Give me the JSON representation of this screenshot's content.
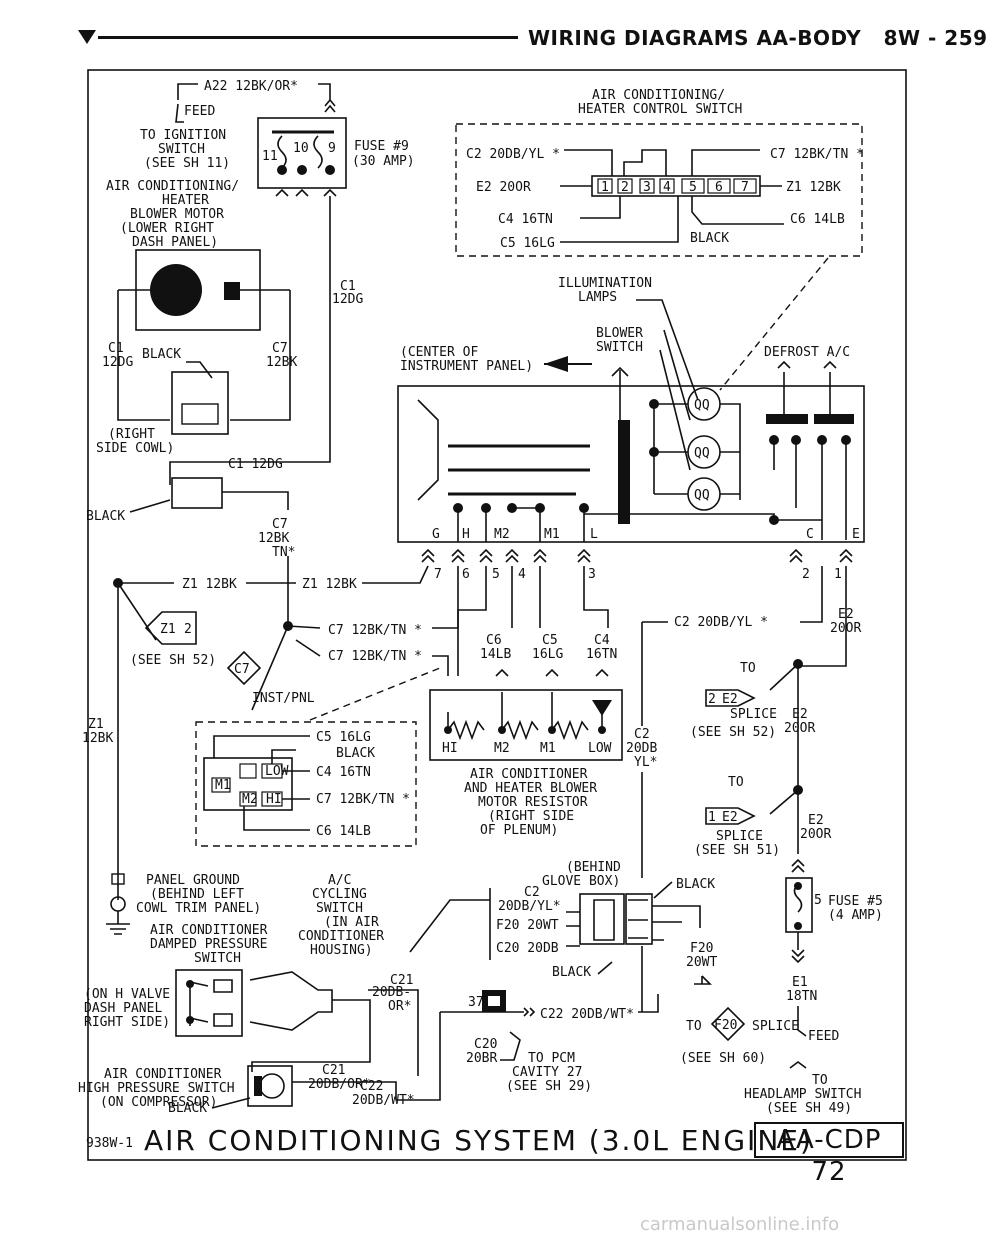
{
  "header": {
    "title": "WIRING DIAGRAMS AA-BODY",
    "page": "8W - 259"
  },
  "footer": {
    "code": "938W-1",
    "name": "AIR CONDITIONING SYSTEM (3.0L ENGINE)",
    "ref": "AA-CDP 72"
  },
  "watermark": "carmanualsonline.info",
  "labels": {
    "a22": "A22 12BK/OR*",
    "feed1": "FEED",
    "toign1": "TO IGNITION",
    "toign2": "SWITCH",
    "toign3": "(SEE SH 11)",
    "fuse9a": "FUSE #9",
    "fuse9b": "(30 AMP)",
    "fuse_p11": "11",
    "fuse_p10": "10",
    "fuse_p9": "9",
    "blower1": "AIR CONDITIONING/",
    "blower2": "HEATER",
    "blower3": "BLOWER MOTOR",
    "blower4": "(LOWER RIGHT",
    "blower5": "DASH PANEL)",
    "c1a": "C1",
    "c1b": "12DG",
    "c1c": "C1",
    "c1d": "12DG",
    "black1": "BLACK",
    "c7a": "C7",
    "c7b": "12BK",
    "rsc1": "(RIGHT",
    "rsc2": "SIDE COWL)",
    "c112dg": "C1 12DG",
    "black2": "BLACK",
    "c7c": "C7",
    "c7d": "12BK",
    "c7e": "TN*",
    "ctl1": "AIR CONDITIONING/",
    "ctl2": "HEATER CONTROL SWITCH",
    "c2w": "C2 20DB/YL *",
    "c7w": "C7 12BK/TN *",
    "e2w": "E2 20OR",
    "z1w": "Z1 12BK",
    "c4w": "C4 16TN",
    "c6w": "C6 14LB",
    "c5w": "C5 16LG",
    "blackw": "BLACK",
    "pins": [
      "1",
      "2",
      "3",
      "4",
      "5",
      "6",
      "7"
    ],
    "illum1": "ILLUMINATION",
    "illum2": "LAMPS",
    "blsw1": "BLOWER",
    "blsw2": "SWITCH",
    "center1": "(CENTER OF",
    "center2": "INSTRUMENT PANEL)",
    "defrost": "DEFROST A/C",
    "swG": "G",
    "swH": "H",
    "swM2": "M2",
    "swM1": "M1",
    "swL": "L",
    "swC": "C",
    "swE": "E",
    "t7": "7",
    "t6": "6",
    "t5": "5",
    "t4": "4",
    "t3": "3",
    "t2": "2",
    "t1": "1",
    "z1a": "Z1 12BK",
    "z1b": "Z1 12BK",
    "z1splice": "Z1",
    "z1splice2": "2",
    "seesh52": "(SEE SH 52)",
    "c7tn1": "C7 12BK/TN *",
    "c7tn2": "C7 12BK/TN *",
    "c7inst": "C7",
    "instpnl": "INST/PNL",
    "z1v1": "Z1",
    "z1v2": "12BK",
    "c6b": "C6",
    "c6c": "14LB",
    "c5b": "C5",
    "c5c": "16LG",
    "c4b": "C4",
    "c4c": "16TN",
    "c2yl": "C2 20DB/YL *",
    "e2a": "E2",
    "e2b": "20OR",
    "to1": "TO",
    "sp2": "2",
    "sp2e": "E2",
    "splice1": "SPLICE",
    "seesh52b": "(SEE SH 52)",
    "e2c": "E2",
    "e2d": "20OR",
    "to2": "TO",
    "sp1": "1",
    "sp1e": "E2",
    "splice2": "SPLICE",
    "seesh51": "(SEE SH 51)",
    "e2e": "E2",
    "e2f": "20OR",
    "rHI": "HI",
    "rM2": "M2",
    "rM1": "M1",
    "rLOW": "LOW",
    "c2v1": "C2",
    "c2v2": "20DB",
    "c2v3": "YL*",
    "c5lg": "C5 16LG",
    "blk3": "BLACK",
    "c4tn": "C4 16TN",
    "c7tn3": "C7 12BK/TN *",
    "c6lb": "C6 14LB",
    "conM1": "M1",
    "conLOW": "LOW",
    "conM2": "M2",
    "conHI": "HI",
    "res1": "AIR CONDITIONER",
    "res2": "AND HEATER BLOWER",
    "res3": "MOTOR RESISTOR",
    "res4": "(RIGHT SIDE",
    "res5": "OF PLENUM)",
    "pg1": "PANEL GROUND",
    "pg2": "(BEHIND LEFT",
    "pg3": "COWL TRIM PANEL)",
    "acc1": "A/C",
    "acc2": "CYCLING",
    "acc3": "SWITCH",
    "acc4": "(IN AIR",
    "acc5": "CONDITIONER",
    "acc6": "HOUSING)",
    "adps1": "AIR CONDITIONER",
    "adps2": "DAMPED PRESSURE",
    "adps3": "SWITCH",
    "hv1": "(ON H VALVE",
    "hv2": "DASH PANEL",
    "hv3": "RIGHT SIDE)",
    "c21a": "C21",
    "c21b": "20DB-",
    "c21c": "OR*",
    "bgb1": "(BEHIND",
    "bgb2": "GLOVE BOX)",
    "c2b": "C2",
    "c2c": "20DB/YL*",
    "f20w": "F20 20WT",
    "c20w": "C20 20DB",
    "black4": "BLACK",
    "black5": "BLACK",
    "fuse5a": "FUSE #5",
    "fuse5b": "(4 AMP)",
    "fusepin": "5",
    "f20a": "F20",
    "f20b": "20WT",
    "c37": "37",
    "c22w": "C22 20DB/WT*",
    "to3": "TO",
    "f20sp": "F20",
    "splice3": "SPLICE",
    "seesh60": "(SEE SH 60)",
    "e1a": "E1",
    "e1b": "18TN",
    "feed2": "FEED",
    "c20a": "C20",
    "c20b": "20BR",
    "topcm1": "TO PCM",
    "topcm2": "CAVITY 27",
    "topcm3": "(SEE SH 29)",
    "hps1": "AIR CONDITIONER",
    "hps2": "HIGH PRESSURE SWITCH",
    "hps3": "(ON COMPRESSOR)",
    "c21d": "C21",
    "c21e": "20DB/OR*",
    "c22a": "C22",
    "c22b": "20DB/WT*",
    "black6": "BLACK",
    "hl1": "TO",
    "hl2": "HEADLAMP SWITCH",
    "hl3": "(SEE SH 49)"
  }
}
